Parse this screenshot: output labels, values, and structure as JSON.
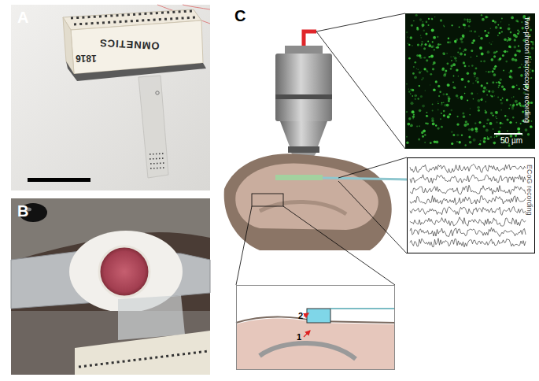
{
  "diagram": {
    "nodes": [
      {
        "text": [
          "A",
          "OMNETICS",
          "1816"
        ]
      },
      {
        "text": [
          "B"
        ]
      },
      {
        "text": [
          "Two-photon microscopy recording",
          "50 µm"
        ]
      },
      {
        "text": [
          "ECoG recording"
        ]
      },
      {
        "text": [
          "2",
          "1"
        ]
      }
    ],
    "labels": [
      "C"
    ]
  }
}
